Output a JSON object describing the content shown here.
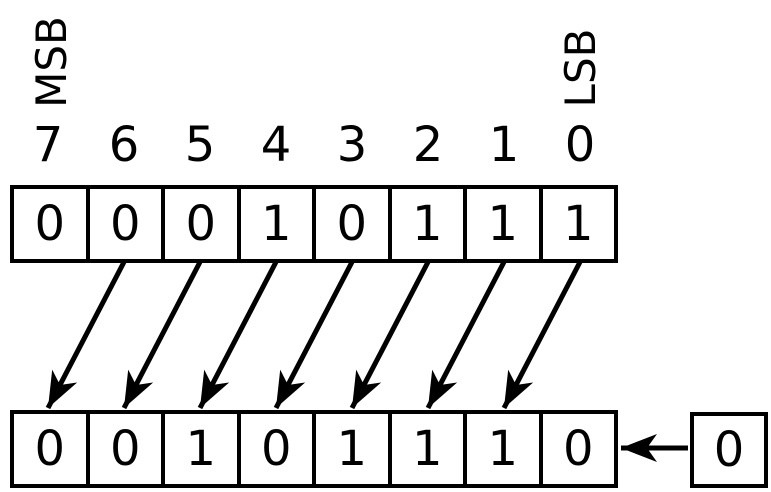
{
  "labels": {
    "msb": "MSB",
    "lsb": "LSB"
  },
  "bit_indices": [
    "7",
    "6",
    "5",
    "4",
    "3",
    "2",
    "1",
    "0"
  ],
  "registers": {
    "source": {
      "bits": [
        "0",
        "0",
        "0",
        "1",
        "0",
        "1",
        "1",
        "1"
      ]
    },
    "result": {
      "bits": [
        "0",
        "0",
        "1",
        "0",
        "1",
        "1",
        "1",
        "0"
      ]
    }
  },
  "carry_in": {
    "value": "0"
  },
  "colors": {
    "foreground": "#000000",
    "background": "#ffffff"
  }
}
